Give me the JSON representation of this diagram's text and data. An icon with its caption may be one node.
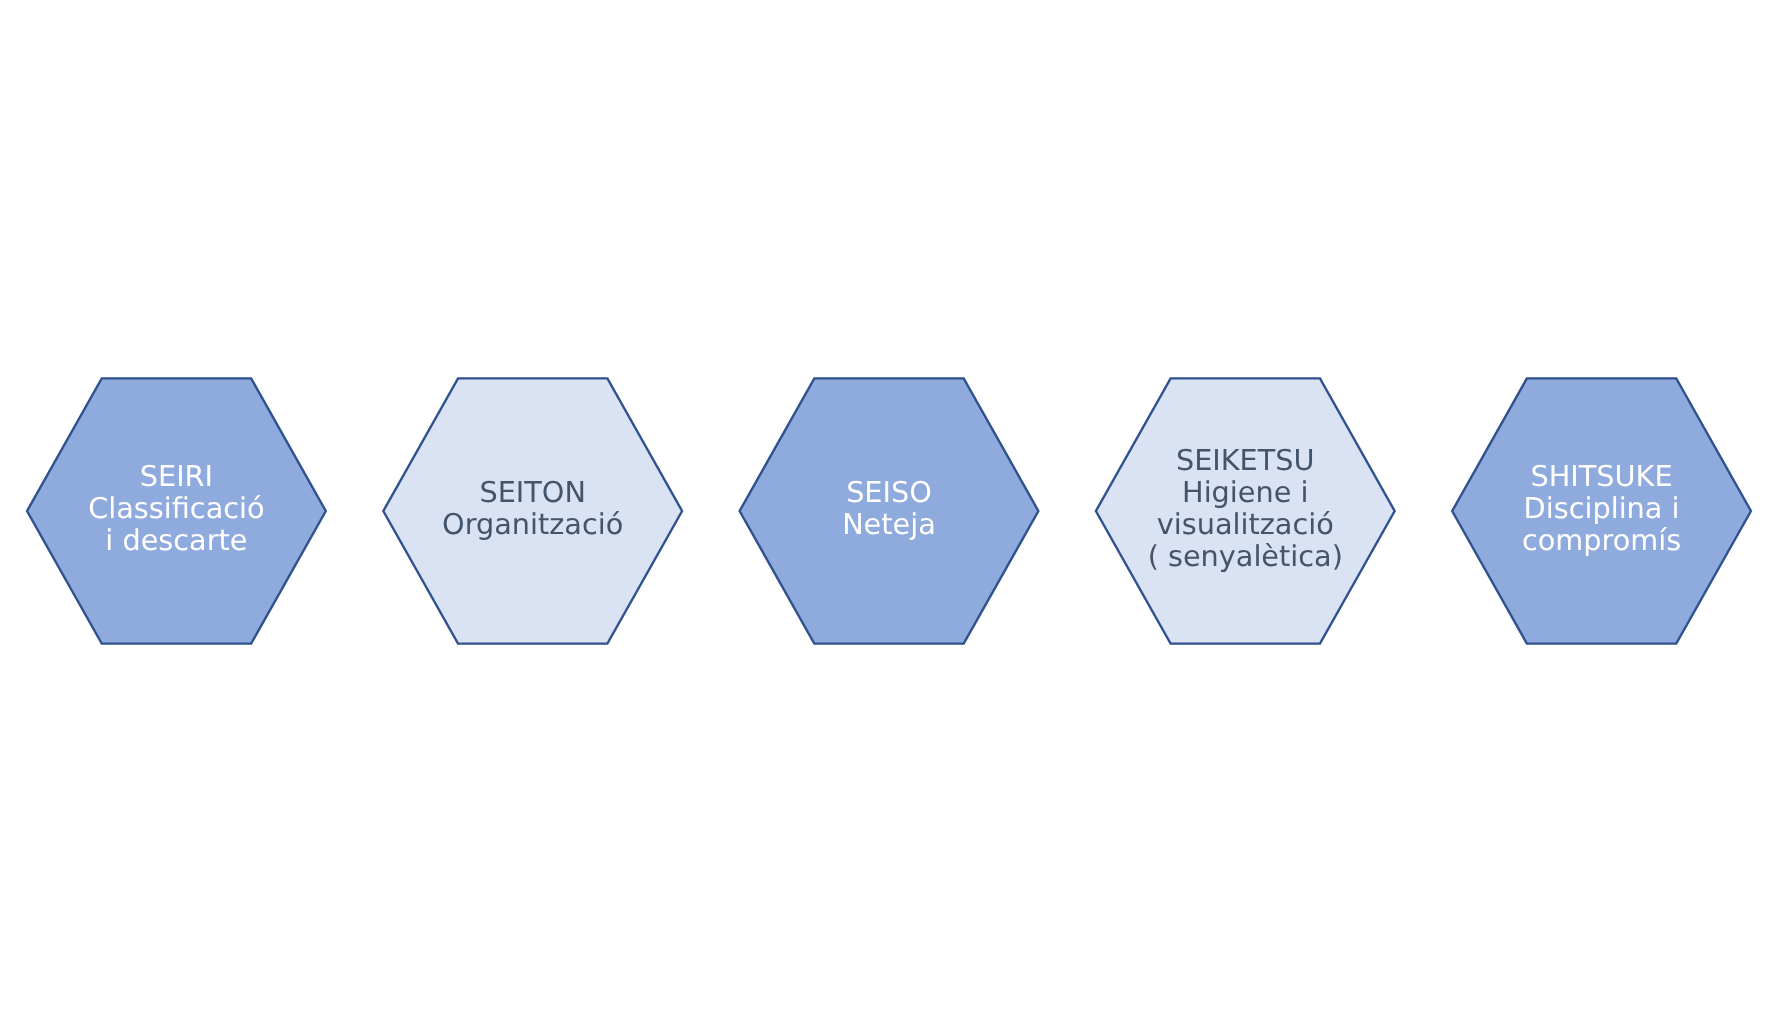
{
  "diagram": {
    "nodes": [
      {
        "text": [
          "SEIRI",
          "Classificació i descarte"
        ]
      },
      {
        "text": [
          "SEITON",
          "Organització"
        ]
      },
      {
        "text": [
          "SEISO",
          "Neteja"
        ]
      },
      {
        "text": [
          "SEIKETSU",
          "Higiene i visualització ( senyalètica)"
        ]
      },
      {
        "text": [
          "SHITSUKE",
          "Disciplina i compromís"
        ]
      }
    ],
    "edges": []
  }
}
